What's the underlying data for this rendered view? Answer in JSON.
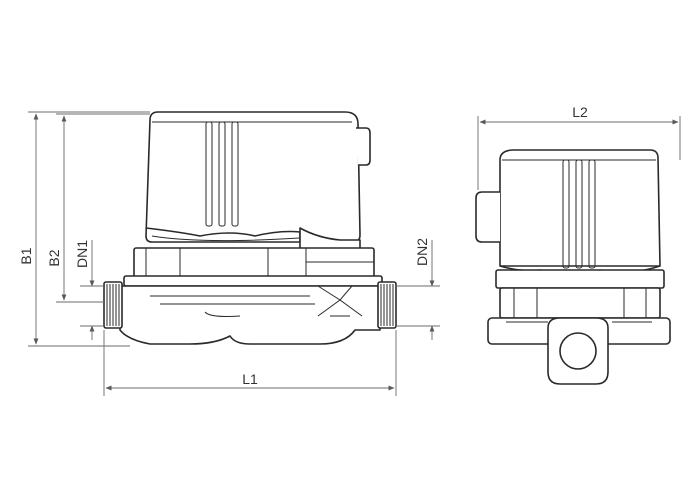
{
  "dimensions": {
    "b1": "B1",
    "b2": "B2",
    "dn1": "DN1",
    "dn2": "DN2",
    "l1": "L1",
    "l2": "L2"
  },
  "colors": {
    "line": "#2a2a2a",
    "dimension_line": "#6b6b6b",
    "background": "#ffffff"
  }
}
